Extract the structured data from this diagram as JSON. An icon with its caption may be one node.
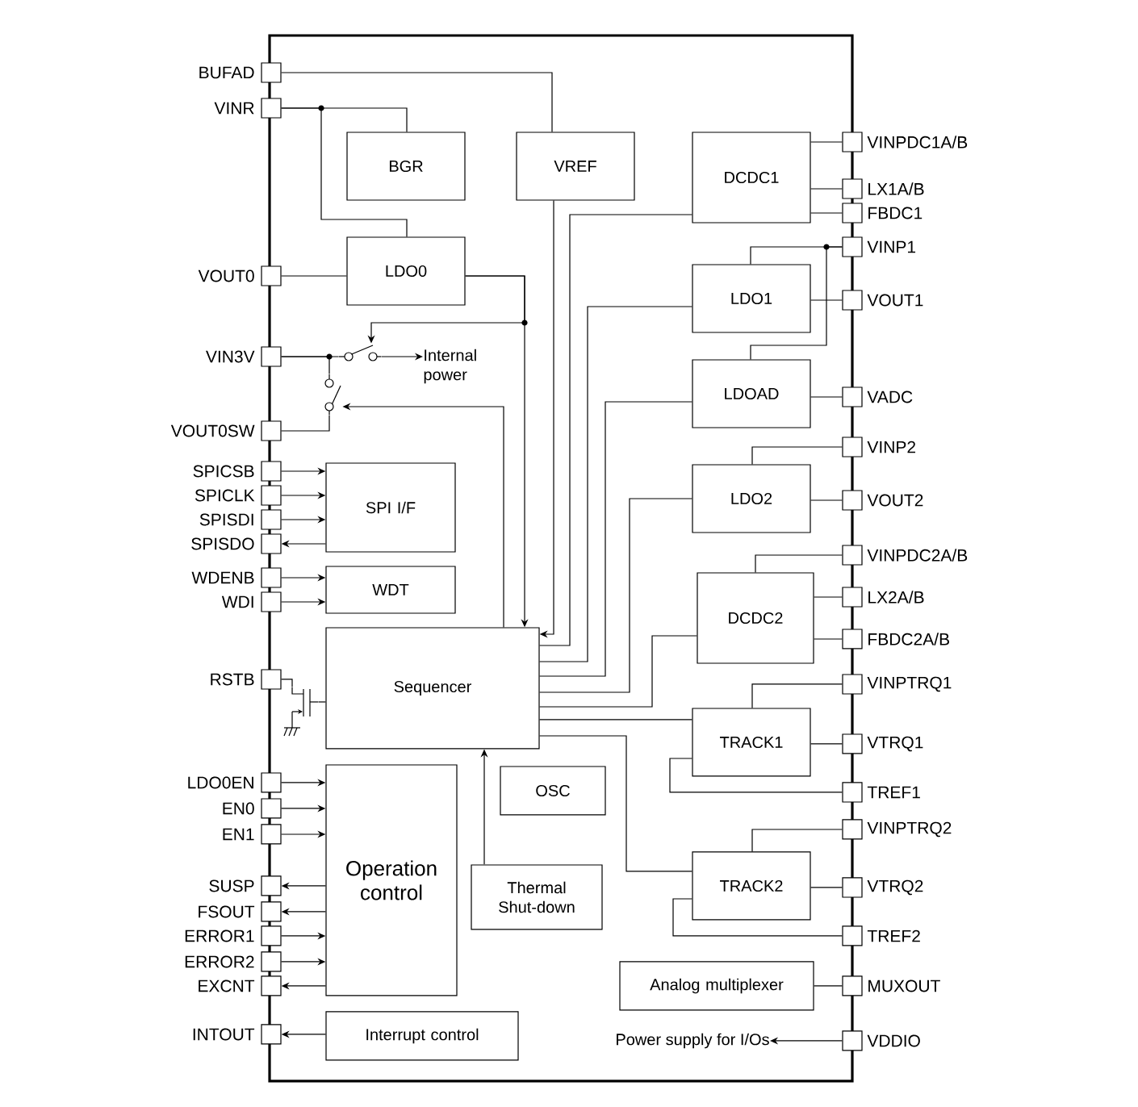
{
  "diagram": {
    "nodes": [
      {
        "text": [],
        "shape": "box"
      },
      {
        "text": [],
        "shape": "box",
        "beside": [
          "BUFAD"
        ]
      },
      {
        "text": [],
        "shape": "box",
        "beside": [
          "VINR"
        ]
      },
      {
        "text": [],
        "shape": "box",
        "beside": [
          "VOUT0"
        ]
      },
      {
        "text": [],
        "shape": "box",
        "beside": [
          "VIN3V"
        ]
      },
      {
        "text": [],
        "shape": "box",
        "beside": [
          "VOUT0SW"
        ]
      },
      {
        "text": [],
        "shape": "box",
        "beside": [
          "SPICSB"
        ]
      },
      {
        "text": [],
        "shape": "box",
        "beside": [
          "SPICLK"
        ]
      },
      {
        "text": [],
        "shape": "box",
        "beside": [
          "SPISDI"
        ]
      },
      {
        "text": [],
        "shape": "box",
        "beside": [
          "SPISDO"
        ]
      },
      {
        "text": [],
        "shape": "box",
        "beside": [
          "WDENB"
        ]
      },
      {
        "text": [],
        "shape": "box",
        "beside": [
          "WDI"
        ]
      },
      {
        "text": [],
        "shape": "box",
        "beside": [
          "RSTB"
        ]
      },
      {
        "text": [],
        "shape": "box",
        "beside": [
          "LDO0EN"
        ]
      },
      {
        "text": [],
        "shape": "box",
        "beside": [
          "EN0"
        ]
      },
      {
        "text": [],
        "shape": "box",
        "beside": [
          "EN1"
        ]
      },
      {
        "text": [],
        "shape": "box",
        "beside": [
          "SUSP"
        ]
      },
      {
        "text": [],
        "shape": "box",
        "beside": [
          "FSOUT"
        ]
      },
      {
        "text": [],
        "shape": "box",
        "beside": [
          "ERROR1"
        ]
      },
      {
        "text": [],
        "shape": "box",
        "beside": [
          "ERROR2"
        ]
      },
      {
        "text": [],
        "shape": "box",
        "beside": [
          "EXCNT"
        ]
      },
      {
        "text": [],
        "shape": "box",
        "beside": [
          "INTOUT"
        ]
      },
      {
        "text": [],
        "shape": "box",
        "beside": [
          "VINPDC1A/B"
        ]
      },
      {
        "text": [],
        "shape": "box",
        "beside": [
          "LX1A/B"
        ]
      },
      {
        "text": [],
        "shape": "box",
        "beside": [
          "FBDC1"
        ]
      },
      {
        "text": [],
        "shape": "box",
        "beside": [
          "VINP1"
        ]
      },
      {
        "text": [],
        "shape": "box",
        "beside": [
          "VOUT1"
        ]
      },
      {
        "text": [],
        "shape": "box",
        "beside": [
          "VADC"
        ]
      },
      {
        "text": [],
        "shape": "box",
        "beside": [
          "VINP2"
        ]
      },
      {
        "text": [],
        "shape": "box",
        "beside": [
          "VOUT2"
        ]
      },
      {
        "text": [],
        "shape": "box",
        "beside": [
          "VINPDC2A/B"
        ]
      },
      {
        "text": [],
        "shape": "box",
        "beside": [
          "LX2A/B"
        ]
      },
      {
        "text": [],
        "shape": "box",
        "beside": [
          "FBDC2A/B"
        ]
      },
      {
        "text": [],
        "shape": "box",
        "beside": [
          "VINPTRQ1"
        ]
      },
      {
        "text": [],
        "shape": "box",
        "beside": [
          "VTRQ1"
        ]
      },
      {
        "text": [],
        "shape": "box",
        "beside": [
          "TREF1"
        ]
      },
      {
        "text": [],
        "shape": "box",
        "beside": [
          "VINPTRQ2"
        ]
      },
      {
        "text": [],
        "shape": "box",
        "beside": [
          "VTRQ2"
        ]
      },
      {
        "text": [],
        "shape": "box",
        "beside": [
          "TREF2"
        ]
      },
      {
        "text": [],
        "shape": "box",
        "beside": [
          "MUXOUT"
        ]
      },
      {
        "text": [],
        "shape": "box",
        "beside": [
          "VDDIO"
        ]
      },
      {
        "text": [
          "BGR"
        ],
        "in": 0
      },
      {
        "text": [
          "VREF"
        ],
        "in": 0
      },
      {
        "text": [
          "DCDC1"
        ],
        "in": 0
      },
      {
        "text": [
          "LDO0"
        ],
        "in": 0
      },
      {
        "text": [
          "LDO1"
        ],
        "in": 0
      },
      {
        "text": [],
        "shape": "switch",
        "in": 0
      },
      {
        "text": [
          "Internal power"
        ],
        "in": 0
      },
      {
        "text": [
          "LDOAD"
        ],
        "in": 0
      },
      {
        "text": [],
        "shape": "switch",
        "in": 0
      },
      {
        "text": [
          "SPI I/F"
        ],
        "in": 0
      },
      {
        "text": [
          "LDO2"
        ],
        "in": 0
      },
      {
        "text": [
          "DCDC2"
        ],
        "in": 0
      },
      {
        "text": [
          "WDT"
        ],
        "in": 0
      },
      {
        "text": [
          "Sequencer"
        ],
        "in": 0
      },
      {
        "text": [],
        "shape": "transistor",
        "in": 0
      },
      {
        "text": [
          "TRACK1"
        ],
        "in": 0
      },
      {
        "text": [
          "Operation control"
        ],
        "in": 0
      },
      {
        "text": [
          "OSC"
        ],
        "in": 0
      },
      {
        "text": [
          "Thermal Shut-down"
        ],
        "in": 0
      },
      {
        "text": [
          "TRACK2"
        ],
        "in": 0
      },
      {
        "text": [
          "Analog multiplexer"
        ],
        "in": 0
      },
      {
        "text": [
          "Interrupt control"
        ],
        "in": 0
      },
      {
        "text": [
          "Power supply for I/Os"
        ],
        "in": 0
      }
    ],
    "edges": [
      {
        "from": 1,
        "to": 42,
        "arrow": "none"
      },
      {
        "from": 2,
        "to": 41,
        "arrow": "none"
      },
      {
        "from": 2,
        "to": 44,
        "arrow": "none"
      },
      {
        "from": 44,
        "to": 3,
        "arrow": "none"
      },
      {
        "from": 44,
        "to": 46,
        "arrow": "to"
      },
      {
        "from": 44,
        "to": 54,
        "arrow": "to"
      },
      {
        "from": 4,
        "to": 46,
        "arrow": "none"
      },
      {
        "from": 46,
        "to": 47,
        "arrow": "to"
      },
      {
        "from": 4,
        "to": 49,
        "arrow": "none"
      },
      {
        "from": 49,
        "to": 5,
        "arrow": "none"
      },
      {
        "from": 54,
        "to": 49,
        "arrow": "to"
      },
      {
        "from": 6,
        "to": 50,
        "arrow": "to"
      },
      {
        "from": 7,
        "to": 50,
        "arrow": "to"
      },
      {
        "from": 8,
        "to": 50,
        "arrow": "to"
      },
      {
        "from": 50,
        "to": 9,
        "arrow": "to"
      },
      {
        "from": 10,
        "to": 53,
        "arrow": "to"
      },
      {
        "from": 11,
        "to": 53,
        "arrow": "to"
      },
      {
        "from": 12,
        "to": 55,
        "arrow": "none"
      },
      {
        "from": 54,
        "to": 55,
        "arrow": "none"
      },
      {
        "from": 42,
        "to": 54,
        "arrow": "to"
      },
      {
        "from": 43,
        "to": 54,
        "arrow": "none"
      },
      {
        "from": 45,
        "to": 54,
        "arrow": "none"
      },
      {
        "from": 48,
        "to": 54,
        "arrow": "none"
      },
      {
        "from": 51,
        "to": 54,
        "arrow": "none"
      },
      {
        "from": 52,
        "to": 54,
        "arrow": "none"
      },
      {
        "from": 54,
        "to": 56,
        "arrow": "none"
      },
      {
        "from": 54,
        "to": 60,
        "arrow": "none"
      },
      {
        "from": 59,
        "to": 54,
        "arrow": "to"
      },
      {
        "from": 43,
        "to": 22,
        "arrow": "none"
      },
      {
        "from": 43,
        "to": 23,
        "arrow": "none"
      },
      {
        "from": 43,
        "to": 24,
        "arrow": "none"
      },
      {
        "from": 25,
        "to": 45,
        "arrow": "none"
      },
      {
        "from": 25,
        "to": 48,
        "arrow": "none"
      },
      {
        "from": 45,
        "to": 26,
        "arrow": "none"
      },
      {
        "from": 48,
        "to": 27,
        "arrow": "none"
      },
      {
        "from": 28,
        "to": 51,
        "arrow": "none"
      },
      {
        "from": 51,
        "to": 29,
        "arrow": "none"
      },
      {
        "from": 30,
        "to": 52,
        "arrow": "none"
      },
      {
        "from": 52,
        "to": 31,
        "arrow": "none"
      },
      {
        "from": 52,
        "to": 32,
        "arrow": "none"
      },
      {
        "from": 33,
        "to": 56,
        "arrow": "none"
      },
      {
        "from": 56,
        "to": 34,
        "arrow": "none"
      },
      {
        "from": 56,
        "to": 35,
        "arrow": "none"
      },
      {
        "from": 36,
        "to": 60,
        "arrow": "none"
      },
      {
        "from": 60,
        "to": 37,
        "arrow": "none"
      },
      {
        "from": 60,
        "to": 38,
        "arrow": "none"
      },
      {
        "from": 61,
        "to": 39,
        "arrow": "none"
      },
      {
        "from": 40,
        "to": 63,
        "arrow": "to"
      },
      {
        "from": 13,
        "to": 57,
        "arrow": "to"
      },
      {
        "from": 14,
        "to": 57,
        "arrow": "to"
      },
      {
        "from": 15,
        "to": 57,
        "arrow": "to"
      },
      {
        "from": 57,
        "to": 16,
        "arrow": "to"
      },
      {
        "from": 57,
        "to": 17,
        "arrow": "to"
      },
      {
        "from": 18,
        "to": 57,
        "arrow": "to"
      },
      {
        "from": 19,
        "to": 57,
        "arrow": "to"
      },
      {
        "from": 57,
        "to": 20,
        "arrow": "to"
      },
      {
        "from": 62,
        "to": 21,
        "arrow": "to"
      }
    ]
  }
}
